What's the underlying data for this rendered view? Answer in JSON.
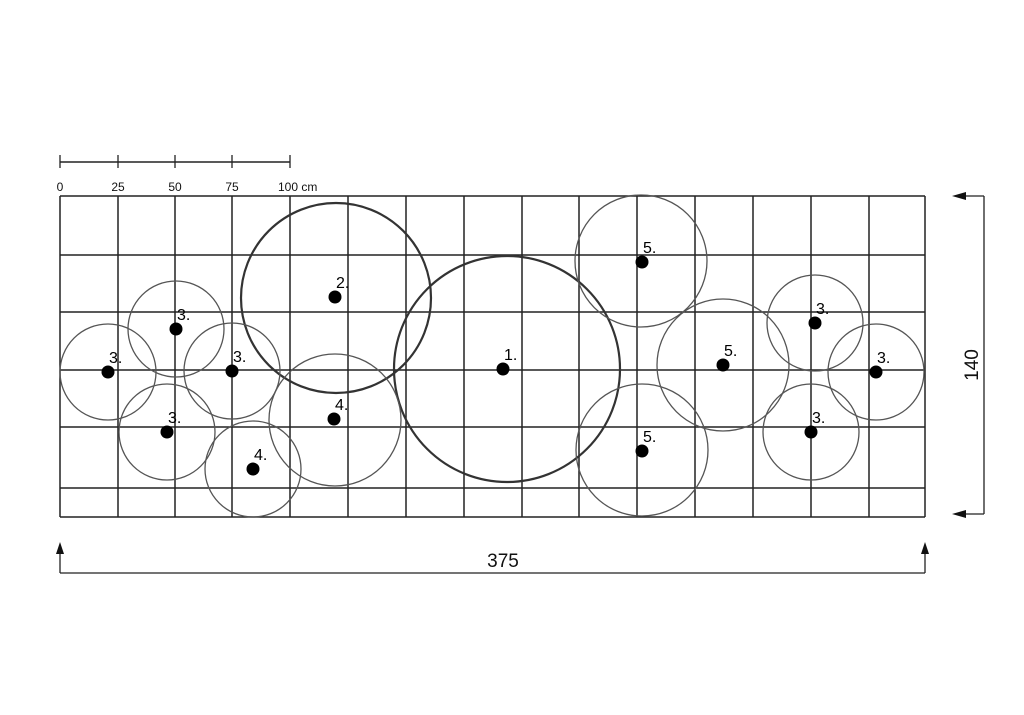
{
  "scale_bar": {
    "ticks": [
      "0",
      "25",
      "50",
      "75",
      "100 cm"
    ]
  },
  "dimensions": {
    "width": "375",
    "height": "140"
  },
  "markers": [
    "1.",
    "2.",
    "3.",
    "3.",
    "3.",
    "3.",
    "3.",
    "3.",
    "3.",
    "4.",
    "4.",
    "5.",
    "5.",
    "5."
  ]
}
